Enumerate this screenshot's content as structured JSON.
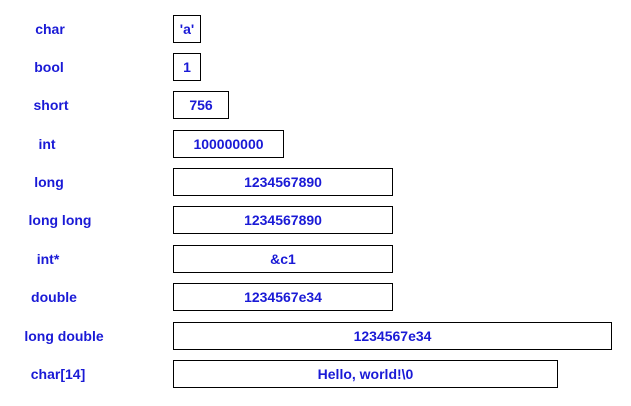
{
  "rows": [
    {
      "type": "char",
      "value": "'a'"
    },
    {
      "type": "bool",
      "value": "1"
    },
    {
      "type": "short",
      "value": "756"
    },
    {
      "type": "int",
      "value": "100000000"
    },
    {
      "type": "long",
      "value": "1234567890"
    },
    {
      "type": "long long",
      "value": "1234567890"
    },
    {
      "type": "int*",
      "value": "&c1"
    },
    {
      "type": "double",
      "value": "1234567e34"
    },
    {
      "type": "long double",
      "value": "1234567e34"
    },
    {
      "type": "char[14]",
      "value": "Hello, world!\\0"
    }
  ],
  "colors": {
    "text": "#1a1ad6",
    "border": "#000000",
    "background": "#ffffff"
  }
}
